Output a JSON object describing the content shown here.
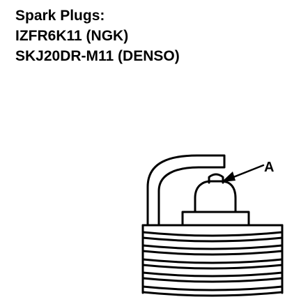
{
  "spec": {
    "heading": "Spark Plugs:",
    "ngk_part": "IZFR6K11 (NGK)",
    "denso_part": "SKJ20DR-M11 (DENSO)"
  },
  "diagram": {
    "callout_label": "A"
  }
}
